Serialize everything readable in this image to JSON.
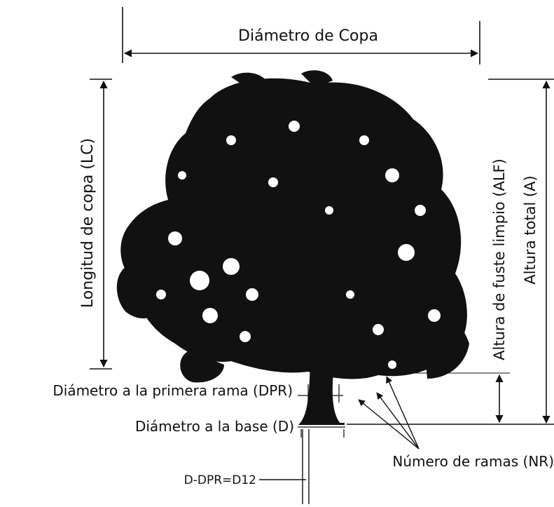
{
  "labels": {
    "crown_diameter": "Diámetro de Copa",
    "crown_length": "Longitud de copa (LC)",
    "clear_bole_height": "Altura de fuste limpio (ALF)",
    "total_height": "Altura total (A)",
    "diameter_first_branch": "Diámetro a la primera rama (DPR)",
    "diameter_base": "Diámetro a la base (D)",
    "number_of_branches": "Número de ramas (NR)",
    "d_dpr_formula": "D-DPR=D12"
  },
  "colors": {
    "ink": "#111111",
    "background": "#ffffff"
  },
  "icons": {
    "tree": "tree-silhouette"
  }
}
